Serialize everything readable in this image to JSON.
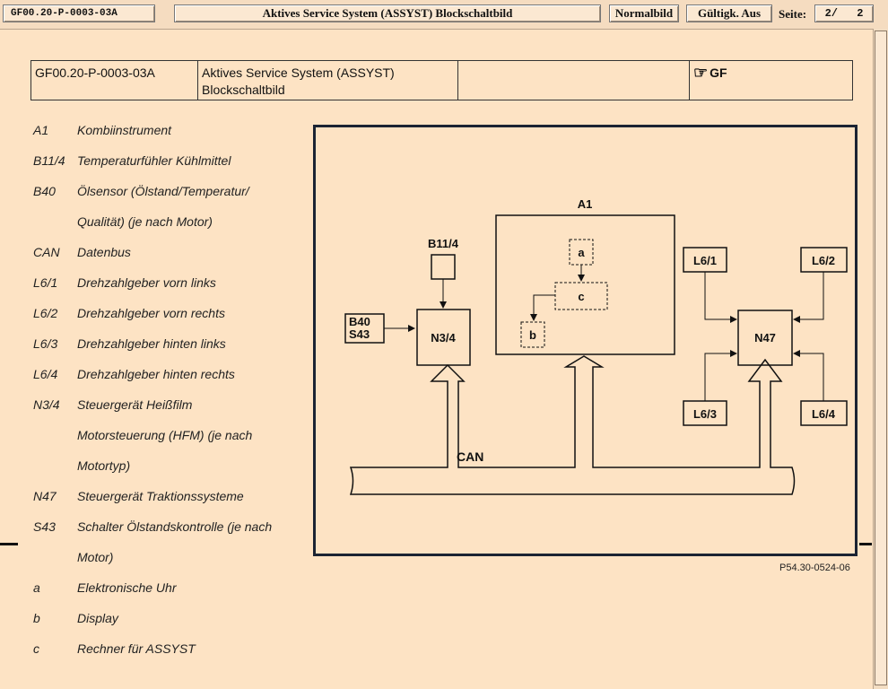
{
  "toolbar": {
    "doc_id": "GF00.20-P-0003-03A",
    "title": "Aktives Service System (ASSYST) Blockschaltbild",
    "normal_label": "Normalbild",
    "valid_label": "Gültigk. Aus",
    "page_label": "Seite:",
    "page_current": "2/",
    "page_total": "2"
  },
  "header": {
    "doc_id": "GF00.20-P-0003-03A",
    "title_line1": "Aktives Service System (ASSYST)",
    "title_line2": "Blockschaltbild",
    "group": "GF",
    "icon": "pointing-hand-icon"
  },
  "legend": [
    {
      "code": "A1",
      "text": "Kombiinstrument"
    },
    {
      "code": "B11/4",
      "text": "Temperaturfühler Kühlmittel"
    },
    {
      "code": "B40",
      "text": "Ölsensor (Ölstand/Temperatur/"
    },
    {
      "code": "",
      "text": "Qualität) (je nach Motor)"
    },
    {
      "code": "CAN",
      "text": "Datenbus"
    },
    {
      "code": "L6/1",
      "text": "Drehzahlgeber vorn links"
    },
    {
      "code": "L6/2",
      "text": "Drehzahlgeber vorn rechts"
    },
    {
      "code": "L6/3",
      "text": "Drehzahlgeber hinten links"
    },
    {
      "code": "L6/4",
      "text": "Drehzahlgeber hinten rechts"
    },
    {
      "code": "N3/4",
      "text": "Steuergerät Heißfilm"
    },
    {
      "code": "",
      "text": "Motorsteuerung (HFM) (je nach"
    },
    {
      "code": "",
      "text": "Motortyp)"
    },
    {
      "code": "N47",
      "text": "Steuergerät Traktionssysteme"
    },
    {
      "code": "S43",
      "text": "Schalter Ölstandskontrolle (je nach"
    },
    {
      "code": "",
      "text": "Motor)"
    },
    {
      "code": "a",
      "text": "Elektronische Uhr"
    },
    {
      "code": "b",
      "text": "Display"
    },
    {
      "code": "c",
      "text": "Rechner für ASSYST"
    }
  ],
  "diagram": {
    "a1": "A1",
    "b11_4": "B11/4",
    "b40": "B40",
    "s43": "S43",
    "n3_4": "N3/4",
    "a": "a",
    "b": "b",
    "c": "c",
    "l6_1": "L6/1",
    "l6_2": "L6/2",
    "l6_3": "L6/3",
    "l6_4": "L6/4",
    "n47": "N47",
    "can": "CAN"
  },
  "credit": "P54.30-0524-06"
}
